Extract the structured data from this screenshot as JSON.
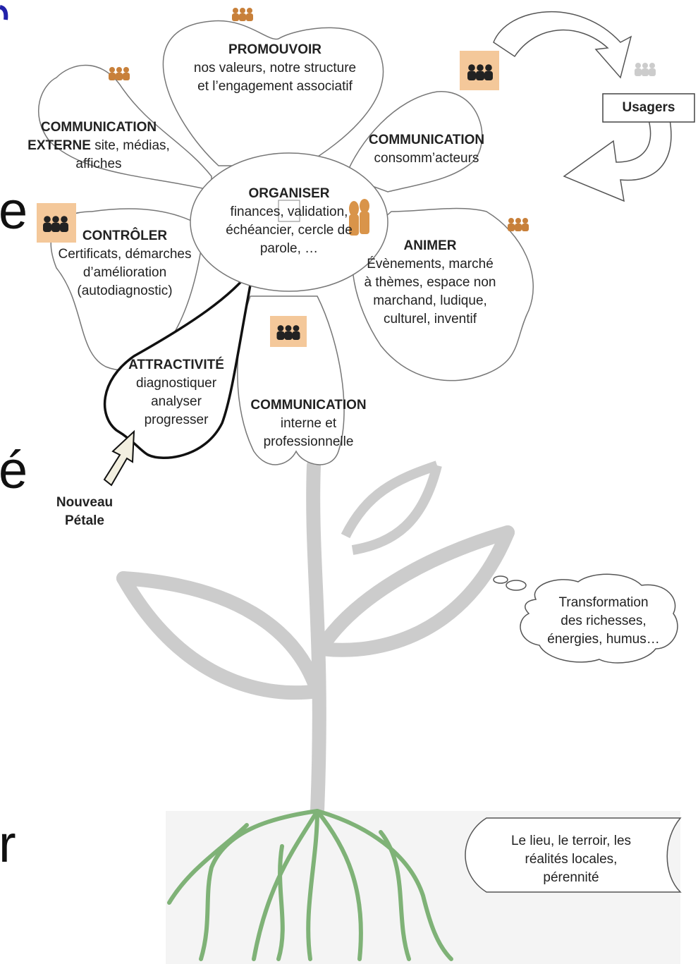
{
  "petals": {
    "promouvoir": {
      "title": "PROMOUVOIR",
      "text1": "nos valeurs, notre structure",
      "text2": "et l’engagement associatif"
    },
    "comm_externe": {
      "title": "COMMUNICATION",
      "title2": "EXTERNE",
      "text1": "site, médias,",
      "text2": "affiches"
    },
    "comm_consom": {
      "title": "COMMUNICATION",
      "text1": "consomm’acteurs"
    },
    "organiser": {
      "title": "ORGANISER",
      "text1": "finances, validation,",
      "text2": "échéancier, cercle de",
      "text3": "parole, …"
    },
    "controler": {
      "title": "CONTRÔLER",
      "text1": "Certificats, démarches",
      "text2": "d’amélioration",
      "text3": "(autodiagnostic)"
    },
    "animer": {
      "title": "ANIMER",
      "text1": "Évènements, marché",
      "text2": "à thèmes, espace non",
      "text3": "marchand, ludique,",
      "text4": "culturel, inventif"
    },
    "attractivite": {
      "title": "ATTRACTIVITÉ",
      "text1": "diagnostiquer",
      "text2": "analyser",
      "text3": "progresser"
    },
    "comm_interne": {
      "title": "COMMUNICATION",
      "text1": "interne et",
      "text2": "professionnelle"
    }
  },
  "usagers_label": "Usagers",
  "nouveau_petale": {
    "line1": "Nouveau",
    "line2": "Pétale"
  },
  "thought_bubble": {
    "line1": "Transformation",
    "line2": "des richesses,",
    "line3": "énergies, humus…"
  },
  "scroll_note": {
    "line1": "Le lieu, le terroir, les",
    "line2": "réalités locales,",
    "line3": "pérennité"
  },
  "left_edge_letters": [
    "e",
    "é",
    "r"
  ],
  "colors": {
    "people_icon": "#c8803a",
    "people_bg": "#f4c89a",
    "stem": "#cccccc",
    "roots": "#7fb277",
    "accent_blue": "#2222aa"
  }
}
